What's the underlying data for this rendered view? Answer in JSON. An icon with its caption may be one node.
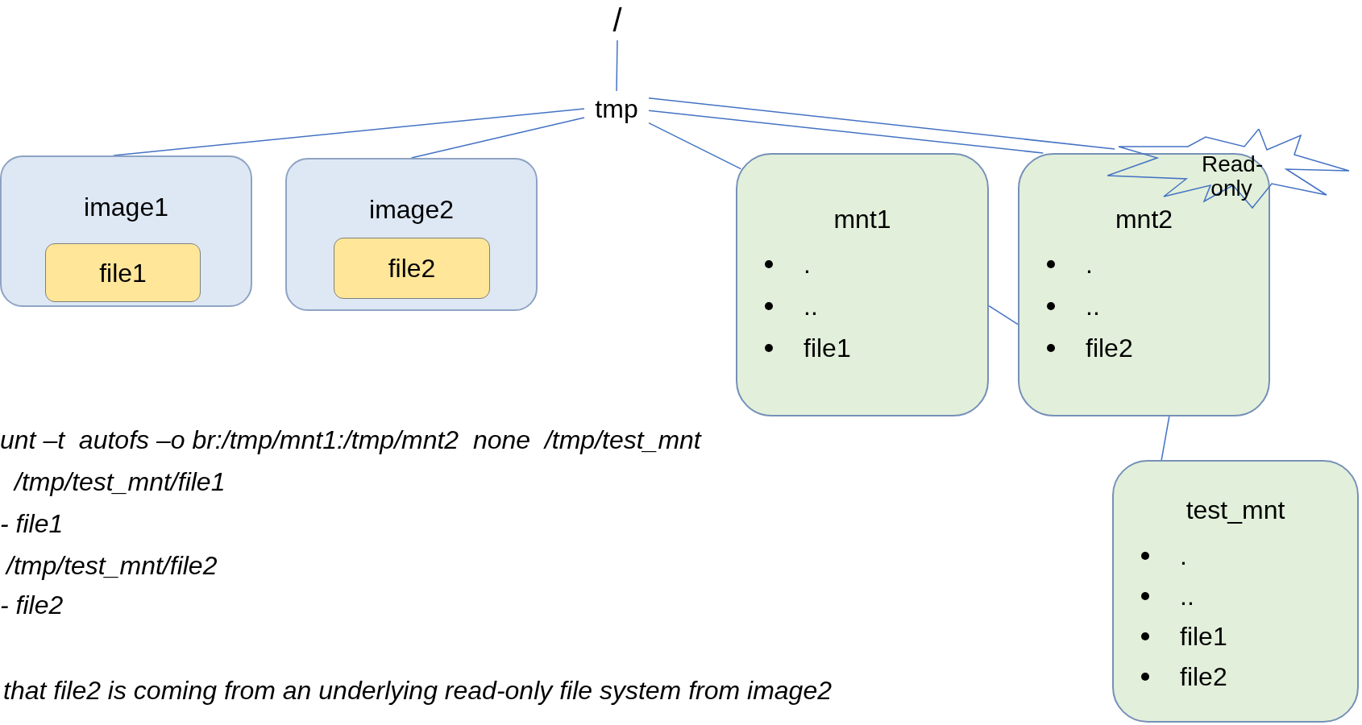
{
  "diagram": {
    "nodes": [
      {
        "text": [
          "/"
        ]
      },
      {
        "text": [
          "tmp"
        ]
      },
      {
        "text": [
          "image1"
        ]
      },
      {
        "text": [
          "file1"
        ],
        "in": 2
      },
      {
        "text": [
          "image2"
        ]
      },
      {
        "text": [
          "file2"
        ],
        "in": 4
      },
      {
        "text": [
          "mnt1",
          ".",
          "..",
          "file1"
        ]
      },
      {
        "text": [
          "mnt2",
          ".",
          "..",
          "file2"
        ]
      },
      {
        "text": [
          "Read-only"
        ]
      },
      {
        "text": [
          "test_mnt",
          ".",
          "..",
          "file1",
          "file2"
        ]
      }
    ],
    "edges": [
      {
        "from": 0,
        "to": 1,
        "arrow": "none"
      },
      {
        "from": 1,
        "to": 2,
        "arrow": "none"
      },
      {
        "from": 1,
        "to": 4,
        "arrow": "none"
      },
      {
        "from": 1,
        "to": 6,
        "arrow": "none"
      },
      {
        "from": 1,
        "to": 7,
        "arrow": "none"
      },
      {
        "from": 1,
        "to": 8,
        "arrow": "none"
      },
      {
        "from": 6,
        "to": 7,
        "arrow": "none"
      },
      {
        "from": 7,
        "to": 9,
        "arrow": "none"
      }
    ],
    "labels": [
      "unt –t  autofs –o br:/tmp/mnt1:/tmp/mnt2  none  /tmp/test_mnt",
      "/tmp/test_mnt/file1",
      "- file1",
      "/tmp/test_mnt/file2",
      "- file2",
      "that file2 is coming from an underlying read-only file system from image2"
    ]
  }
}
